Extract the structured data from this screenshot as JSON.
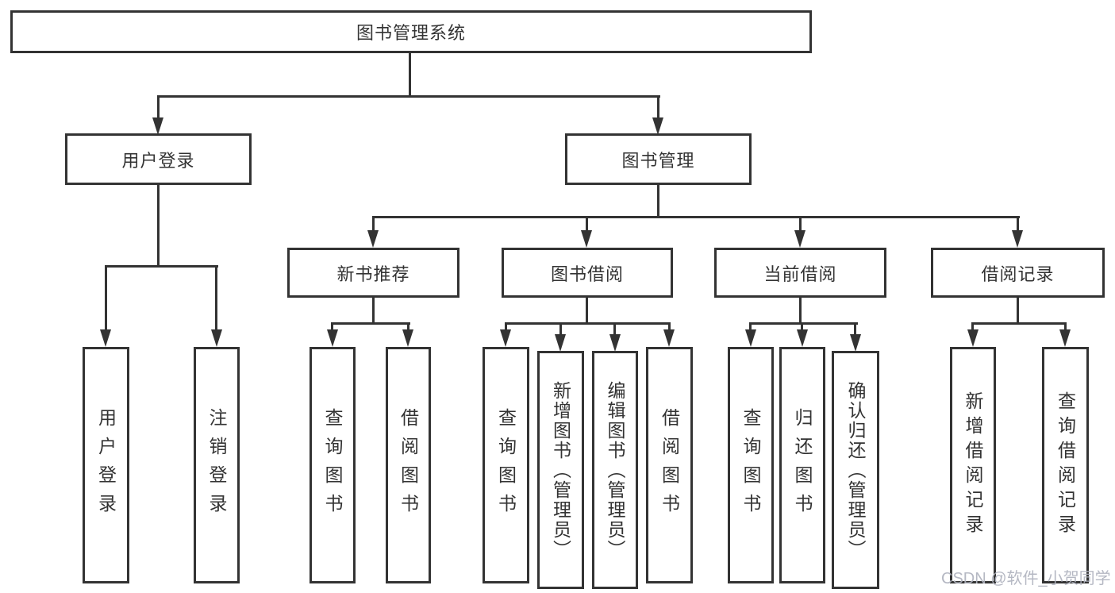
{
  "title": "图书管理系统",
  "tree": {
    "root": {
      "label": "图书管理系统"
    },
    "branches": [
      {
        "label": "用户登录",
        "children": [
          {
            "label": "用户登录"
          },
          {
            "label": "注销登录"
          }
        ]
      },
      {
        "label": "图书管理",
        "children": [
          {
            "label": "新书推荐",
            "children": [
              {
                "label": "查询图书"
              },
              {
                "label": "借阅图书"
              }
            ]
          },
          {
            "label": "图书借阅",
            "children": [
              {
                "label": "查询图书"
              },
              {
                "label": "新增图书（管理员）"
              },
              {
                "label": "编辑图书（管理员）"
              },
              {
                "label": "借阅图书"
              }
            ]
          },
          {
            "label": "当前借阅",
            "children": [
              {
                "label": "查询图书"
              },
              {
                "label": "归还图书"
              },
              {
                "label": "确认归还（管理员）"
              }
            ]
          },
          {
            "label": "借阅记录",
            "children": [
              {
                "label": "新增借阅记录"
              },
              {
                "label": "查询借阅记录"
              }
            ]
          }
        ]
      }
    ]
  },
  "watermark": {
    "text": "CSDN @软件_小贺同学"
  },
  "colors": {
    "line": "#333333",
    "text": "#333333",
    "background": "#ffffff",
    "watermark": "#afb2be"
  }
}
